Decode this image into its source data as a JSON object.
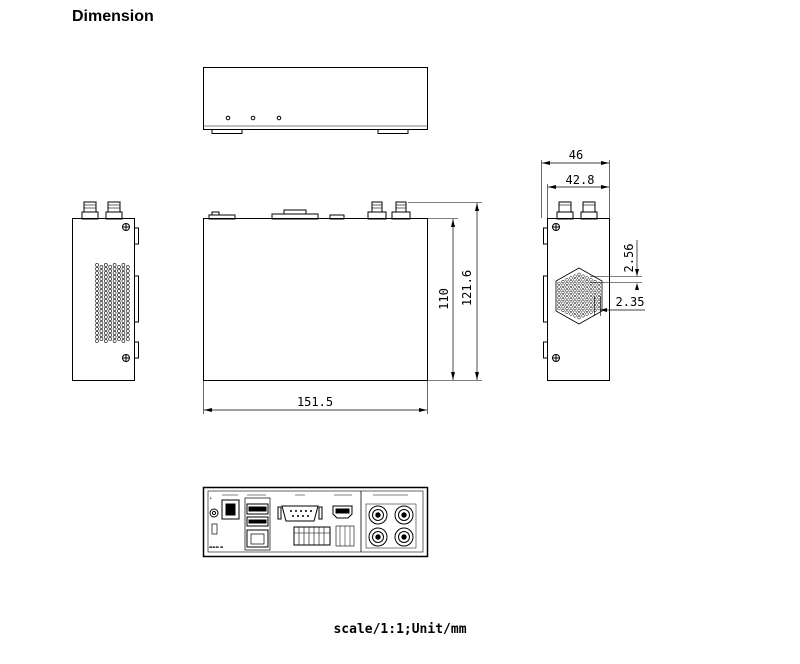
{
  "header": {
    "title": "Dimension"
  },
  "dimensions": {
    "total_depth": "46",
    "body_depth": "42.8",
    "vent_pitch_v": "2.56",
    "vent_pitch_h": "2.35",
    "body_height": "110",
    "total_height": "121.6",
    "width": "151.5"
  },
  "footer": {
    "scale_note": "scale/1:1;Unit/mm"
  }
}
